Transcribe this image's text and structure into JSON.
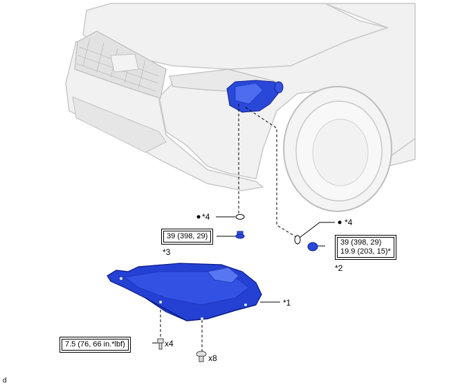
{
  "callouts": {
    "c1": "*1",
    "c2": "*2",
    "c3": "*3",
    "c4a": "*4",
    "c4b": "*4"
  },
  "torque": {
    "t_drain_plug": "39 (398, 29)",
    "t_filler_line1": "39 (398, 29)",
    "t_filler_line2": "19.9 (203, 15)*",
    "t_cover_bolt": "7.5 (76, 66 in.*lbf)"
  },
  "quantities": {
    "bolt_qty": "x4",
    "clip_qty": "x8"
  },
  "figure_code": "d",
  "colors": {
    "part_blue": "#1f3fd6",
    "part_blue_dark": "#0f2390",
    "car_line": "#c8c8c8",
    "car_fill": "#efefef"
  }
}
